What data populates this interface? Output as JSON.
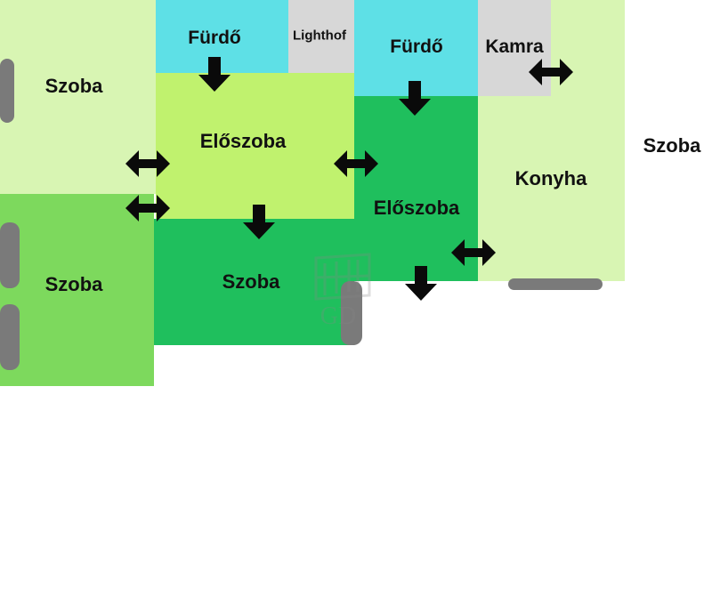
{
  "colors": {
    "light_green": "#d8f5b3",
    "lime": "#c0f26e",
    "medium_green": "#7dd95d",
    "dark_green": "#1fbf5d",
    "cyan": "#5ee0e6",
    "gray_room": "#d7d7d7",
    "window": "#7a7a7a",
    "arrow": "#0a0a0a"
  },
  "rooms": {
    "szoba_top_left": "Szoba",
    "furdo_left": "Fürdő",
    "lighthof": "Lighthof",
    "furdo_right": "Fürdő",
    "kamra": "Kamra",
    "eloszoba_upper": "Előszoba",
    "eloszoba_lower": "Előszoba",
    "konyha": "Konyha",
    "szoba_right": "Szoba",
    "szoba_bottom_left": "Szoba",
    "szoba_middle": "Szoba"
  },
  "watermark": {
    "text": "GD",
    "icon": "window-logo-icon"
  }
}
